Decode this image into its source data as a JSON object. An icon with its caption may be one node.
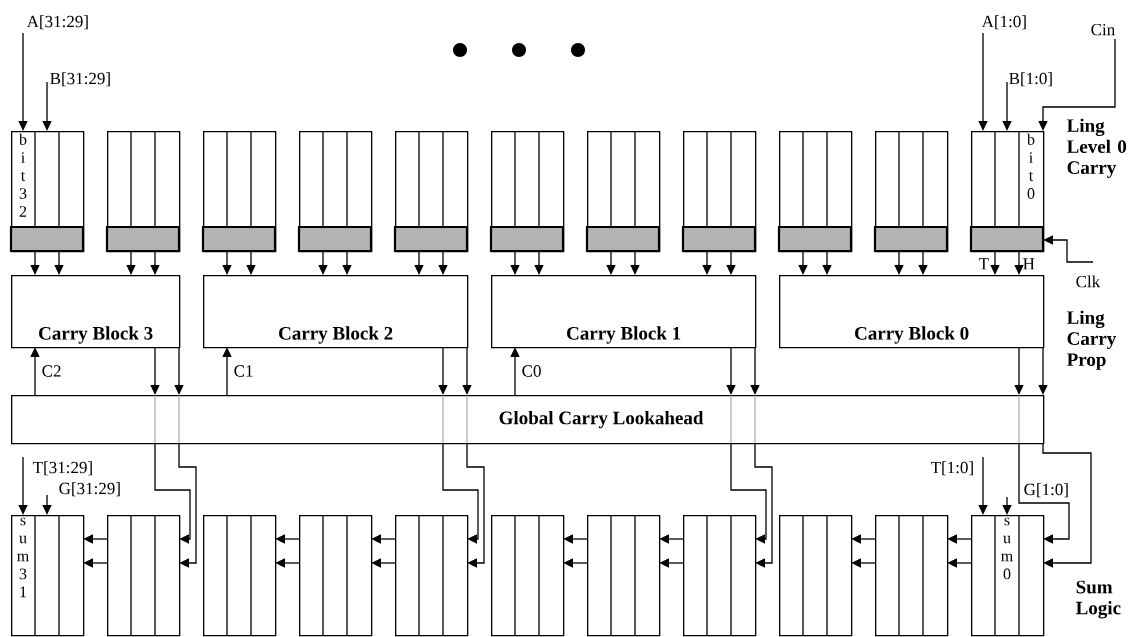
{
  "diagram": {
    "nodes": [
      {
        "text": [
          "A[31:29]"
        ]
      },
      {
        "text": [
          "B[31:29]"
        ]
      },
      {
        "text": [
          "A[1:0]"
        ]
      },
      {
        "text": [
          "B[1:0]"
        ]
      },
      {
        "text": [
          "Cin"
        ]
      },
      {
        "text": [
          "b i t 3 2"
        ]
      },
      {
        "text": [],
        "shape": "box"
      },
      {
        "text": [],
        "shape": "box"
      },
      {
        "text": [],
        "shape": "box"
      },
      {
        "text": [],
        "shape": "box"
      },
      {
        "text": [],
        "shape": "box"
      },
      {
        "text": [],
        "shape": "box"
      },
      {
        "text": [],
        "shape": "box"
      },
      {
        "text": [],
        "shape": "box"
      },
      {
        "text": [],
        "shape": "box"
      },
      {
        "text": [
          "b i t 0"
        ]
      },
      {
        "text": [
          "Clk"
        ]
      },
      {
        "text": [
          "Carry Block 3"
        ]
      },
      {
        "text": [
          "Carry Block 2"
        ]
      },
      {
        "text": [
          "Carry Block 1"
        ]
      },
      {
        "text": [
          "Carry Block 0"
        ]
      },
      {
        "text": [
          "Global Carry Lookahead"
        ]
      },
      {
        "text": [
          "T[31:29]"
        ]
      },
      {
        "text": [
          "G[31:29]"
        ]
      },
      {
        "text": [
          "T[1:0]"
        ]
      },
      {
        "text": [
          "G[1:0]"
        ]
      },
      {
        "text": [
          "s u m 3 1"
        ]
      },
      {
        "text": [],
        "shape": "box"
      },
      {
        "text": [],
        "shape": "box"
      },
      {
        "text": [],
        "shape": "box"
      },
      {
        "text": [],
        "shape": "box"
      },
      {
        "text": [],
        "shape": "box"
      },
      {
        "text": [],
        "shape": "box"
      },
      {
        "text": [],
        "shape": "box"
      },
      {
        "text": [],
        "shape": "box"
      },
      {
        "text": [],
        "shape": "box"
      },
      {
        "text": [
          "s u m 0"
        ]
      }
    ],
    "edges": [
      {
        "from": 0,
        "to": 5,
        "arrow": "to"
      },
      {
        "from": 1,
        "to": 5,
        "arrow": "to"
      },
      {
        "from": 2,
        "to": 15,
        "arrow": "to"
      },
      {
        "from": 3,
        "to": 15,
        "arrow": "to"
      },
      {
        "from": 4,
        "to": 15,
        "arrow": "to"
      },
      {
        "from": 16,
        "to": 15,
        "arrow": "to"
      },
      {
        "from": 5,
        "to": 17,
        "arrow": "to"
      },
      {
        "from": 5,
        "to": 17,
        "arrow": "to"
      },
      {
        "from": 6,
        "to": 17,
        "arrow": "to"
      },
      {
        "from": 6,
        "to": 17,
        "arrow": "to"
      },
      {
        "from": 7,
        "to": 18,
        "arrow": "to"
      },
      {
        "from": 7,
        "to": 18,
        "arrow": "to"
      },
      {
        "from": 8,
        "to": 18,
        "arrow": "to"
      },
      {
        "from": 8,
        "to": 18,
        "arrow": "to"
      },
      {
        "from": 9,
        "to": 18,
        "arrow": "to"
      },
      {
        "from": 9,
        "to": 18,
        "arrow": "to"
      },
      {
        "from": 10,
        "to": 19,
        "arrow": "to"
      },
      {
        "from": 10,
        "to": 19,
        "arrow": "to"
      },
      {
        "from": 11,
        "to": 19,
        "arrow": "to"
      },
      {
        "from": 11,
        "to": 19,
        "arrow": "to"
      },
      {
        "from": 12,
        "to": 19,
        "arrow": "to"
      },
      {
        "from": 12,
        "to": 19,
        "arrow": "to"
      },
      {
        "from": 13,
        "to": 20,
        "arrow": "to"
      },
      {
        "from": 13,
        "to": 20,
        "arrow": "to"
      },
      {
        "from": 14,
        "to": 20,
        "arrow": "to"
      },
      {
        "from": 14,
        "to": 20,
        "arrow": "to"
      },
      {
        "from": 15,
        "to": 20,
        "arrow": "to"
      },
      {
        "from": 15,
        "to": 20,
        "arrow": "to"
      },
      {
        "from": 21,
        "to": 17,
        "arrow": "to",
        "label": "C2"
      },
      {
        "from": 21,
        "to": 18,
        "arrow": "to",
        "label": "C1"
      },
      {
        "from": 21,
        "to": 19,
        "arrow": "to",
        "label": "C0"
      },
      {
        "from": 17,
        "to": 21,
        "arrow": "to"
      },
      {
        "from": 17,
        "to": 21,
        "arrow": "to"
      },
      {
        "from": 18,
        "to": 21,
        "arrow": "to"
      },
      {
        "from": 18,
        "to": 21,
        "arrow": "to"
      },
      {
        "from": 19,
        "to": 21,
        "arrow": "to"
      },
      {
        "from": 19,
        "to": 21,
        "arrow": "to"
      },
      {
        "from": 20,
        "to": 21,
        "arrow": "to"
      },
      {
        "from": 20,
        "to": 21,
        "arrow": "to"
      },
      {
        "from": 21,
        "to": 27,
        "arrow": "to"
      },
      {
        "from": 21,
        "to": 27,
        "arrow": "to"
      },
      {
        "from": 21,
        "to": 30,
        "arrow": "to"
      },
      {
        "from": 21,
        "to": 30,
        "arrow": "to"
      },
      {
        "from": 21,
        "to": 33,
        "arrow": "to"
      },
      {
        "from": 21,
        "to": 33,
        "arrow": "to"
      },
      {
        "from": 21,
        "to": 36,
        "arrow": "to"
      },
      {
        "from": 21,
        "to": 36,
        "arrow": "to"
      },
      {
        "from": 22,
        "to": 26,
        "arrow": "to"
      },
      {
        "from": 23,
        "to": 26,
        "arrow": "to"
      },
      {
        "from": 24,
        "to": 36,
        "arrow": "to"
      },
      {
        "from": 25,
        "to": 36,
        "arrow": "to"
      },
      {
        "from": 27,
        "to": 26,
        "arrow": "to"
      },
      {
        "from": 27,
        "to": 26,
        "arrow": "to"
      },
      {
        "from": 29,
        "to": 28,
        "arrow": "to"
      },
      {
        "from": 29,
        "to": 28,
        "arrow": "to"
      },
      {
        "from": 30,
        "to": 29,
        "arrow": "to"
      },
      {
        "from": 30,
        "to": 29,
        "arrow": "to"
      },
      {
        "from": 32,
        "to": 31,
        "arrow": "to"
      },
      {
        "from": 32,
        "to": 31,
        "arrow": "to"
      },
      {
        "from": 33,
        "to": 32,
        "arrow": "to"
      },
      {
        "from": 33,
        "to": 32,
        "arrow": "to"
      },
      {
        "from": 35,
        "to": 34,
        "arrow": "to"
      },
      {
        "from": 35,
        "to": 34,
        "arrow": "to"
      },
      {
        "from": 36,
        "to": 35,
        "arrow": "to"
      },
      {
        "from": 36,
        "to": 35,
        "arrow": "to"
      }
    ],
    "labels": [
      "Ling Level 0 Carry",
      "T",
      "H",
      "Ling Carry Prop",
      "Sum Logic"
    ]
  }
}
